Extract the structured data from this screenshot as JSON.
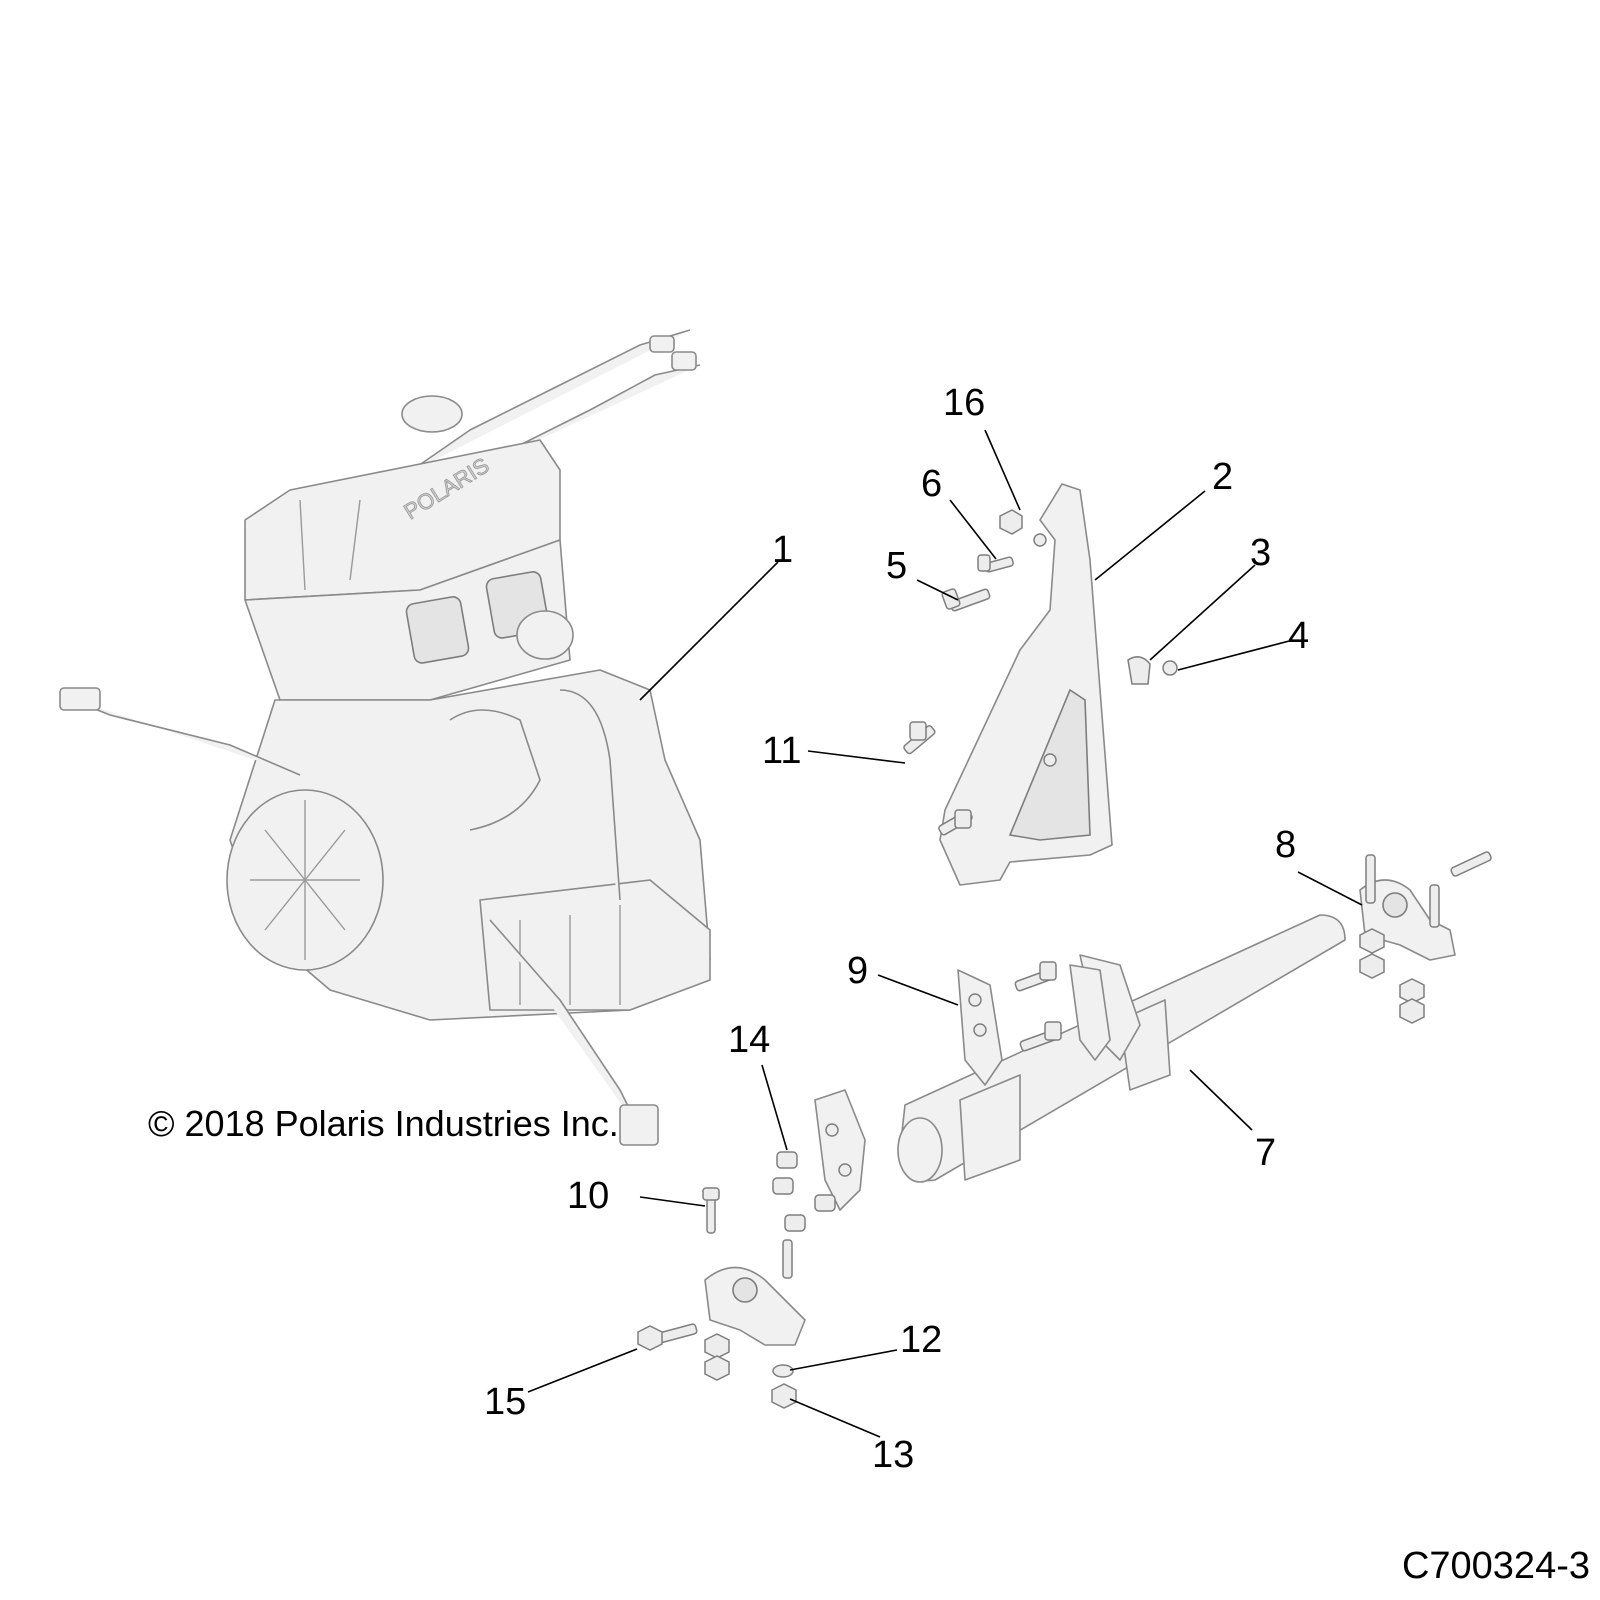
{
  "diagram": {
    "copyright": "© 2018 Polaris Industries Inc.",
    "figure_id": "C700324-3",
    "engine_logo_text": "POLARIS",
    "callouts": [
      "1",
      "2",
      "3",
      "4",
      "5",
      "6",
      "7",
      "8",
      "9",
      "10",
      "11",
      "12",
      "13",
      "14",
      "15",
      "16"
    ]
  }
}
